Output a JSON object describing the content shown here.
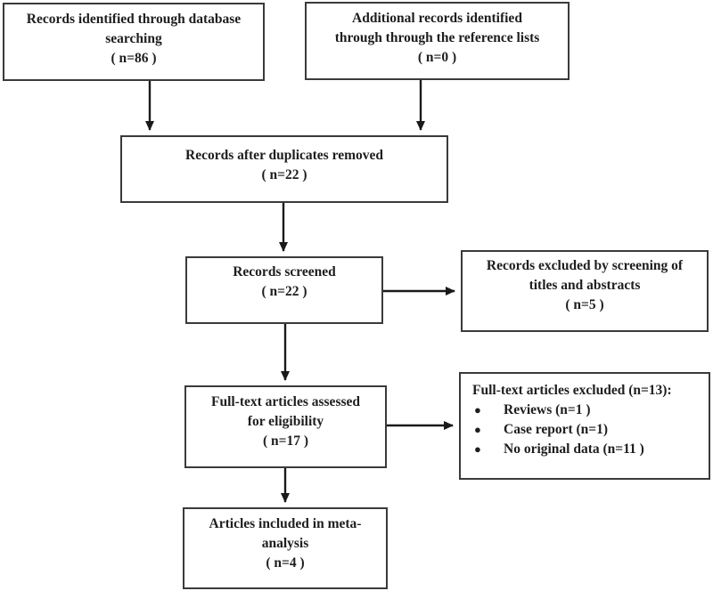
{
  "figure": {
    "type": "prisma-flow-diagram",
    "background_color": "#ffffff",
    "text_color": "#1e1e1e",
    "box_border_color": "#3a3a3a",
    "arrow_color": "#1a1a1a",
    "bullet_glyph": "●",
    "boxes": {
      "identified": {
        "text": "Records identified through database\nsearching\n( n=86 )"
      },
      "additional": {
        "text": "Additional records identified\nthrough through the reference lists\n( n=0 )"
      },
      "duplicates_removed": {
        "text": "Records after duplicates removed\n( n=22 )"
      },
      "screened": {
        "text": "Records screened\n( n=22 )"
      },
      "excluded_screening": {
        "text": "Records excluded by screening of\ntitles and abstracts\n( n=5 )"
      },
      "fulltext_assessed": {
        "text": "Full-text articles assessed\nfor eligibility\n( n=17 )"
      },
      "fulltext_excluded": {
        "title": "Full-text articles excluded (n=13):",
        "items": [
          "Reviews (n=1 )",
          "Case report (n=1)",
          "No original data (n=11 )"
        ]
      },
      "included": {
        "text": "Articles included in meta-\nanalysis\n( n=4 )"
      }
    }
  }
}
